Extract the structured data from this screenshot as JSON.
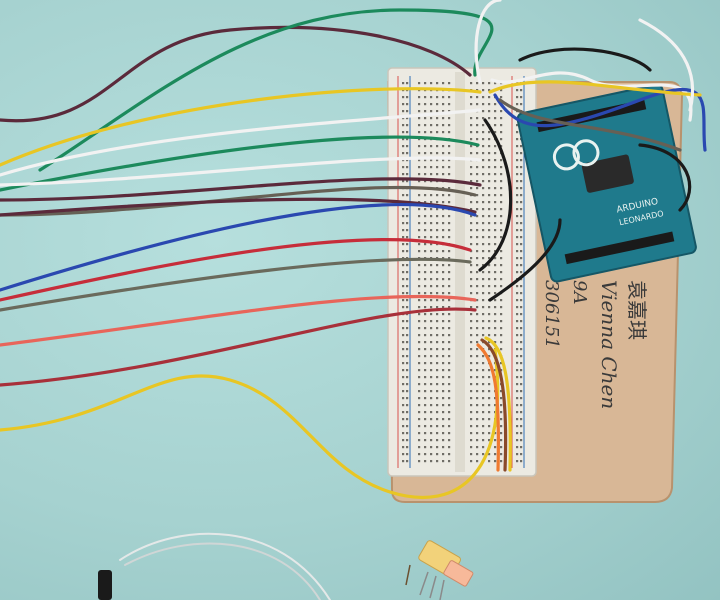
{
  "board": {
    "brand": "ARDUINO",
    "model": "LEONARDO"
  },
  "handwriting": {
    "chinese_name": "袁嘉琪",
    "english_name": "Vienna Chen",
    "class": "9A",
    "number": "306151"
  },
  "colors": {
    "background": "#a9d4d3",
    "wood_board": "#d8b796",
    "breadboard": "#eceae2",
    "arduino": "#1f7a8c"
  }
}
